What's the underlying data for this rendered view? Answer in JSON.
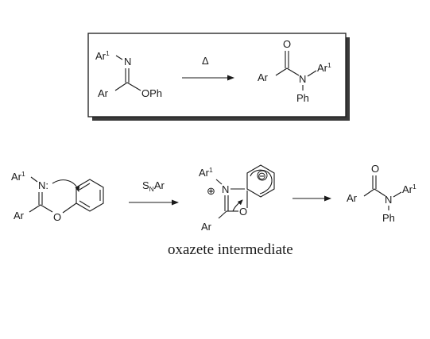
{
  "top_scheme": {
    "reactant": {
      "ar1": "Ar",
      "ar1_sup": "1",
      "n": "N",
      "ar": "Ar",
      "oph": "OPh"
    },
    "condition": "Δ",
    "product": {
      "o": "O",
      "ar": "Ar",
      "n": "N",
      "ar1": "Ar",
      "ar1_sup": "1",
      "ph": "Ph"
    }
  },
  "mechanism": {
    "start": {
      "ar1": "Ar",
      "ar1_sup": "1",
      "n": "N:",
      "ar": "Ar",
      "o": "O"
    },
    "step_label": {
      "s": "S",
      "n": "N",
      "ar": "Ar"
    },
    "intermediate": {
      "ar1": "Ar",
      "ar1_sup": "1",
      "plus": "⊕",
      "n": "N",
      "o": "O",
      "ar": "Ar",
      "minus": "⊖"
    },
    "product": {
      "o": "O",
      "ar": "Ar",
      "n": "N",
      "ar1": "Ar",
      "ar1_sup": "1",
      "ph": "Ph"
    },
    "caption": "oxazete intermediate"
  }
}
